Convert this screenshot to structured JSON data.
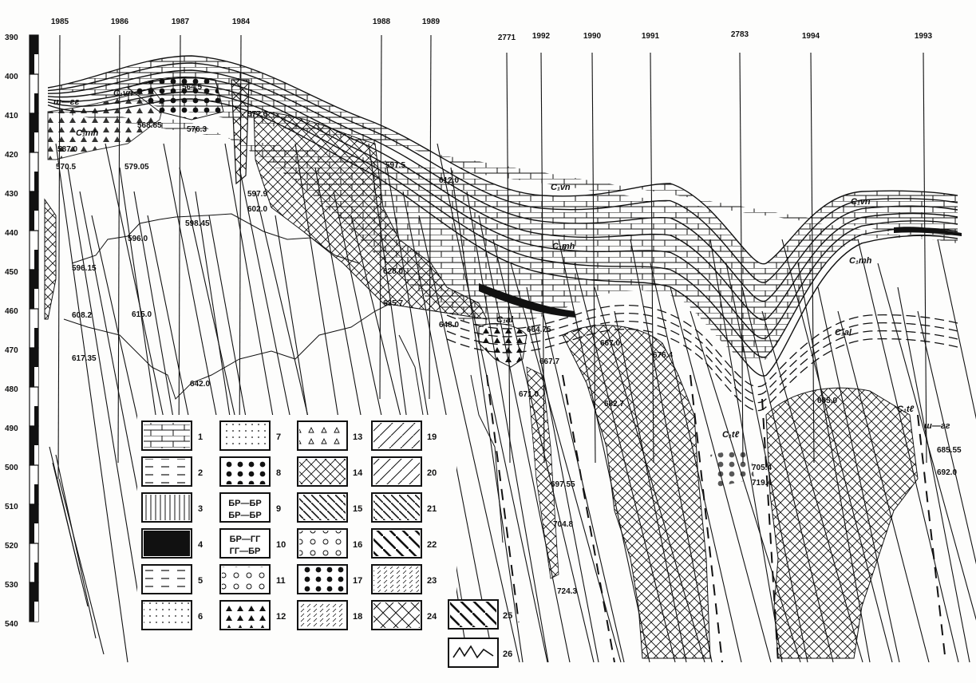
{
  "depth_scale": [
    "390",
    "400",
    "410",
    "420",
    "430",
    "440",
    "450",
    "460",
    "470",
    "480",
    "490",
    "500",
    "510",
    "520",
    "530",
    "540"
  ],
  "wells": [
    "1985",
    "1986",
    "1987",
    "1984",
    "1988",
    "1989",
    "2771",
    "1992",
    "1990",
    "1991",
    "2783",
    "1994",
    "1993"
  ],
  "depth_labels": [
    "564.5",
    "568.85",
    "576.3",
    "577.6",
    "587.0",
    "570.5",
    "579.05",
    "597.5",
    "612.0",
    "597.9",
    "602.0",
    "598.45",
    "596.0",
    "596.15",
    "608.2",
    "617.35",
    "615.0",
    "642.0",
    "628.0",
    "635.7",
    "648.0",
    "664.75",
    "667.7",
    "667.0",
    "671.0",
    "676.4",
    "682.7",
    "685.0",
    "685.55",
    "692.0",
    "697.55",
    "704.8",
    "724.3",
    "705.4",
    "719.4"
  ],
  "units": [
    "C₁vn",
    "C₁mh",
    "C₁al",
    "C₁tℓ",
    "ш—гг"
  ],
  "legend": [
    {
      "n": "1"
    },
    {
      "n": "2"
    },
    {
      "n": "3"
    },
    {
      "n": "4"
    },
    {
      "n": "5"
    },
    {
      "n": "6"
    },
    {
      "n": "7"
    },
    {
      "n": "8"
    },
    {
      "n": "9",
      "text": "БР—БР БР—БР"
    },
    {
      "n": "10",
      "text": "БР—ГГ ГГ—БР"
    },
    {
      "n": "11"
    },
    {
      "n": "12"
    },
    {
      "n": "13"
    },
    {
      "n": "14"
    },
    {
      "n": "15"
    },
    {
      "n": "16"
    },
    {
      "n": "17"
    },
    {
      "n": "18"
    },
    {
      "n": "19"
    },
    {
      "n": "20"
    },
    {
      "n": "21"
    },
    {
      "n": "22"
    },
    {
      "n": "23"
    },
    {
      "n": "24"
    },
    {
      "n": "25"
    },
    {
      "n": "26"
    }
  ]
}
